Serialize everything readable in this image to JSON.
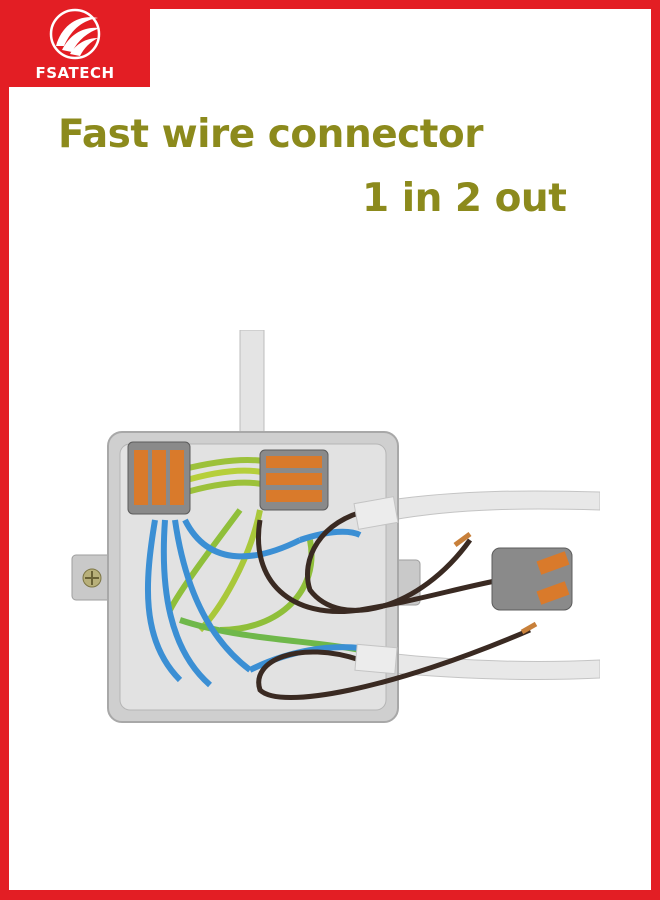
{
  "brand": {
    "name": "FSATECH",
    "color": "#e31e24"
  },
  "heading": {
    "line1": "Fast wire connector",
    "line2": "1 in 2 out",
    "color": "#8c8a1c"
  },
  "image": {
    "icon": "junction-box-photo-icon"
  }
}
